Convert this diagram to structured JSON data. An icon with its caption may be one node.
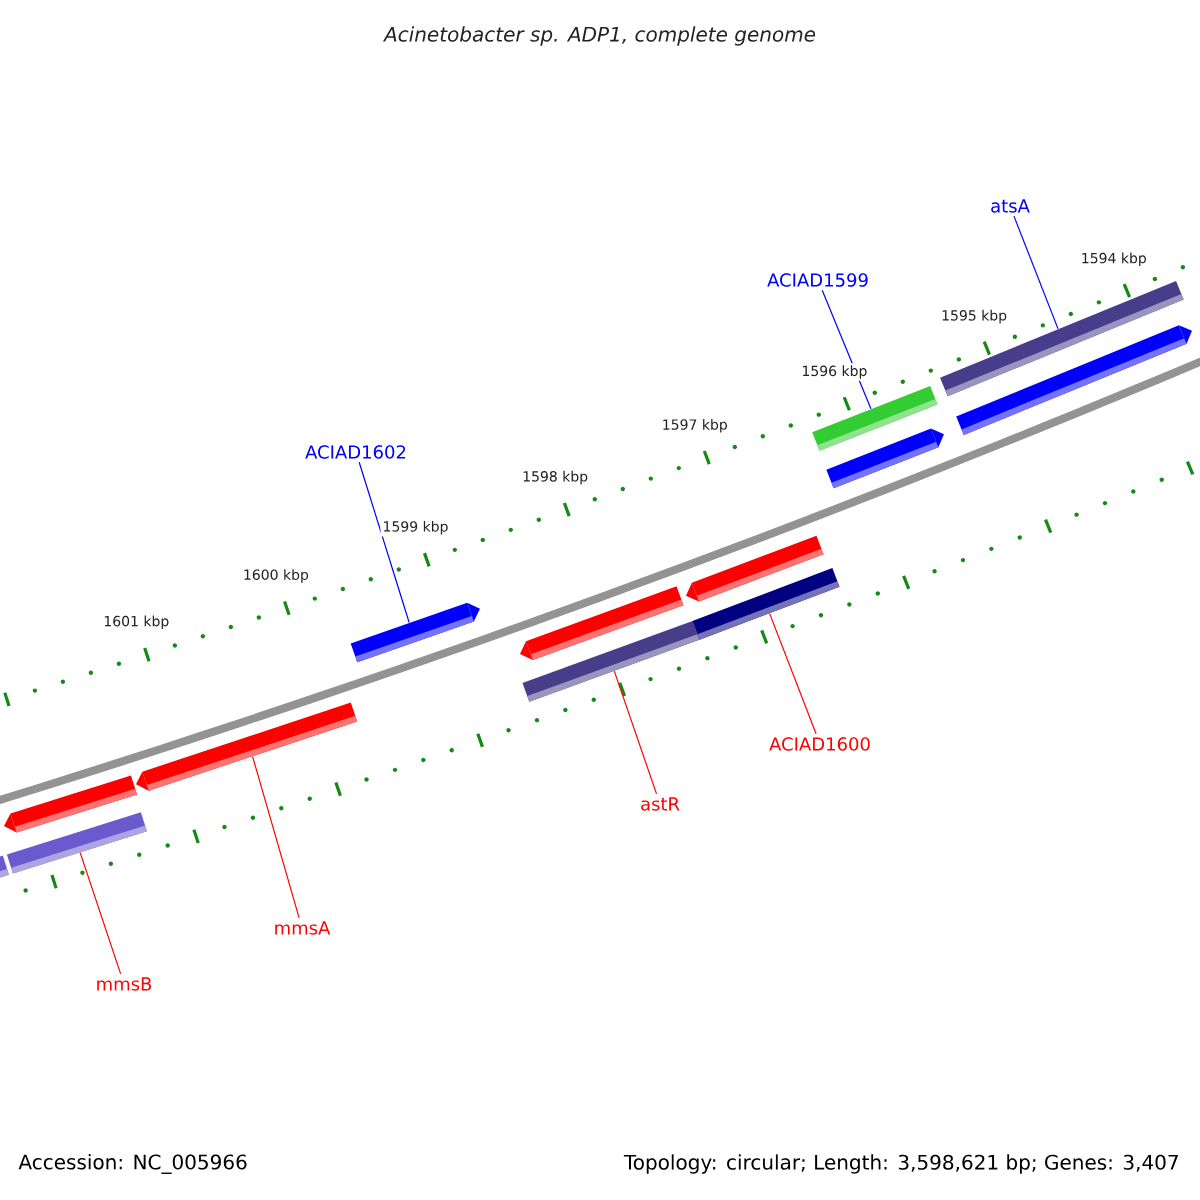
{
  "diagram": {
    "title": "Acinetobacter sp. ADP1, complete genome",
    "nodes": [
      {
        "text": [
          "atsA"
        ]
      },
      {
        "text": [
          "ACIAD1599"
        ]
      },
      {
        "text": [
          "ACIAD1602"
        ]
      },
      {
        "text": [
          "ACIAD1600"
        ]
      },
      {
        "text": [
          "astR"
        ]
      },
      {
        "text": [
          "mmsA"
        ]
      },
      {
        "text": [
          "mmsB"
        ]
      },
      {
        "text": [],
        "shape": "bar"
      },
      {
        "text": [],
        "shape": "bar"
      },
      {
        "text": [],
        "shape": "bar"
      },
      {
        "text": [],
        "shape": "bar"
      },
      {
        "text": [],
        "shape": "bar"
      },
      {
        "text": [],
        "shape": "bar"
      },
      {
        "text": [],
        "shape": "bar"
      },
      {
        "text": [],
        "shape": "bar"
      },
      {
        "text": [],
        "shape": "bar"
      },
      {
        "text": [],
        "shape": "bar"
      },
      {
        "text": [],
        "shape": "bar"
      },
      {
        "text": [],
        "shape": "bar"
      },
      {
        "text": [],
        "shape": "bar"
      }
    ],
    "edges": [
      {
        "from": 0,
        "to": 18,
        "arrow": "none",
        "color": "#0000ff"
      },
      {
        "from": 1,
        "to": 16,
        "arrow": "none",
        "color": "#0000ff"
      },
      {
        "from": 2,
        "to": 11,
        "arrow": "none",
        "color": "#0000ff"
      },
      {
        "from": 3,
        "to": 15,
        "arrow": "none"
      },
      {
        "from": 4,
        "to": 13,
        "arrow": "none"
      },
      {
        "from": 5,
        "to": 10,
        "arrow": "none"
      },
      {
        "from": 6,
        "to": 9,
        "arrow": "none"
      }
    ],
    "labels": [
      "1594 kbp",
      "1595 kbp",
      "1596 kbp",
      "1597 kbp",
      "1598 kbp",
      "1599 kbp",
      "1600 kbp",
      "1601 kbp",
      "Accession: NC_005966",
      "Topology: circular; Length: 3,598,621 bp; Genes: 3,407"
    ]
  }
}
